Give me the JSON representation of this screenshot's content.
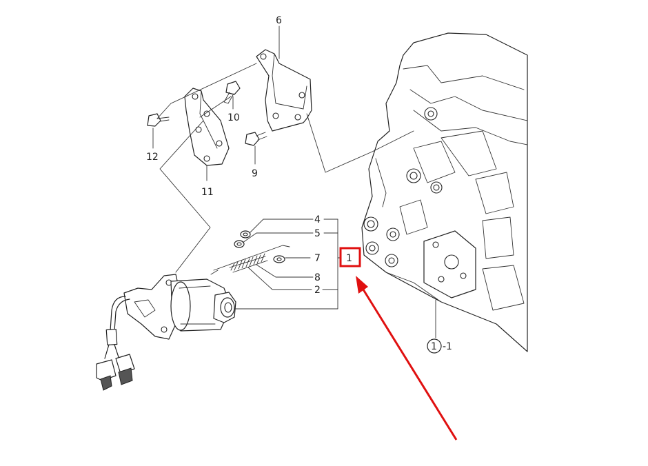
{
  "callouts": {
    "p6": "6",
    "p10": "10",
    "p12": "12",
    "p9": "9",
    "p11": "11",
    "p4": "4",
    "p5": "5",
    "p7": "7",
    "p8": "8",
    "p2": "2",
    "p1": "1",
    "p1_1_circle": "1",
    "p1_1_suffix": "-1"
  },
  "highlight": {
    "box_color": "#e01010",
    "arrow_color": "#e01010"
  }
}
